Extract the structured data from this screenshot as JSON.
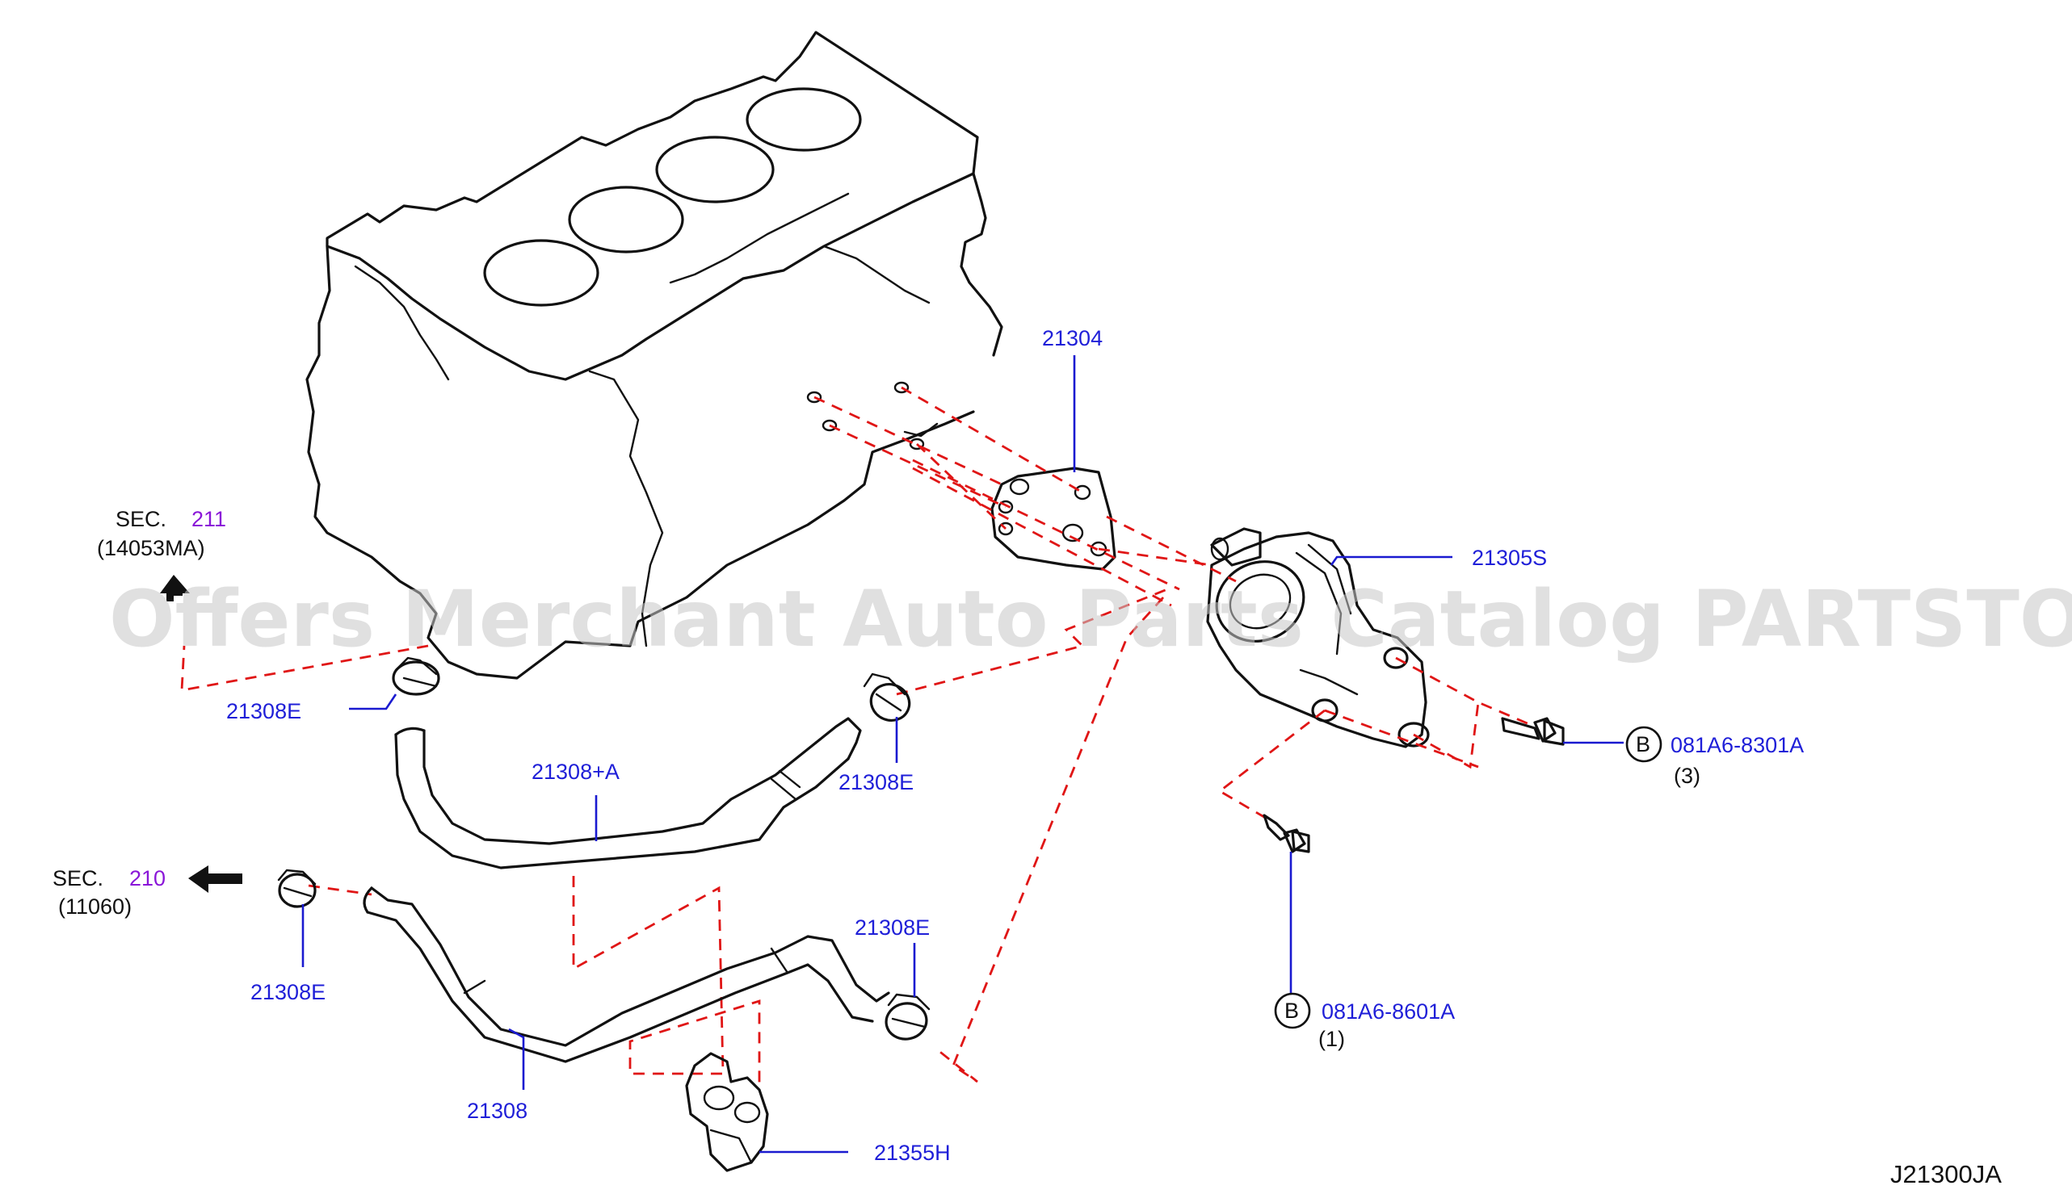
{
  "watermark": "Offers Merchant Auto Parts Catalog PARTSTORE.SA",
  "diagram_code": "J21300JA",
  "colors": {
    "part_number": "#1f1fd8",
    "section_number": "#8a16d8",
    "dashed_guide": "#e01616",
    "outline": "#111111"
  },
  "callouts": {
    "gasket": "21304",
    "oil_cooler": "21305S",
    "hose_upper": "21308+A",
    "hose_lower": "21308",
    "clamp_left_upper": "21308E",
    "clamp_center_upper": "21308E",
    "clamp_left_lower": "21308E",
    "clamp_center_lower": "21308E",
    "hose_clip": "21355H"
  },
  "section_refs": [
    {
      "prefix": "SEC.",
      "number": "211",
      "sub": "(14053MA)"
    },
    {
      "prefix": "SEC.",
      "number": "210",
      "sub": "(11060)"
    }
  ],
  "bolts": [
    {
      "circle": "B",
      "part": "081A6-8301A",
      "qty": "(3)"
    },
    {
      "circle": "B",
      "part": "081A6-8601A",
      "qty": "(1)"
    }
  ],
  "icons": [
    "engine-block-drawing",
    "gasket-drawing",
    "oil-cooler-drawing",
    "hose-drawing",
    "hose-clamp-icon",
    "bolt-icon",
    "arrow-up-icon",
    "arrow-left-icon",
    "hose-clip-drawing"
  ]
}
